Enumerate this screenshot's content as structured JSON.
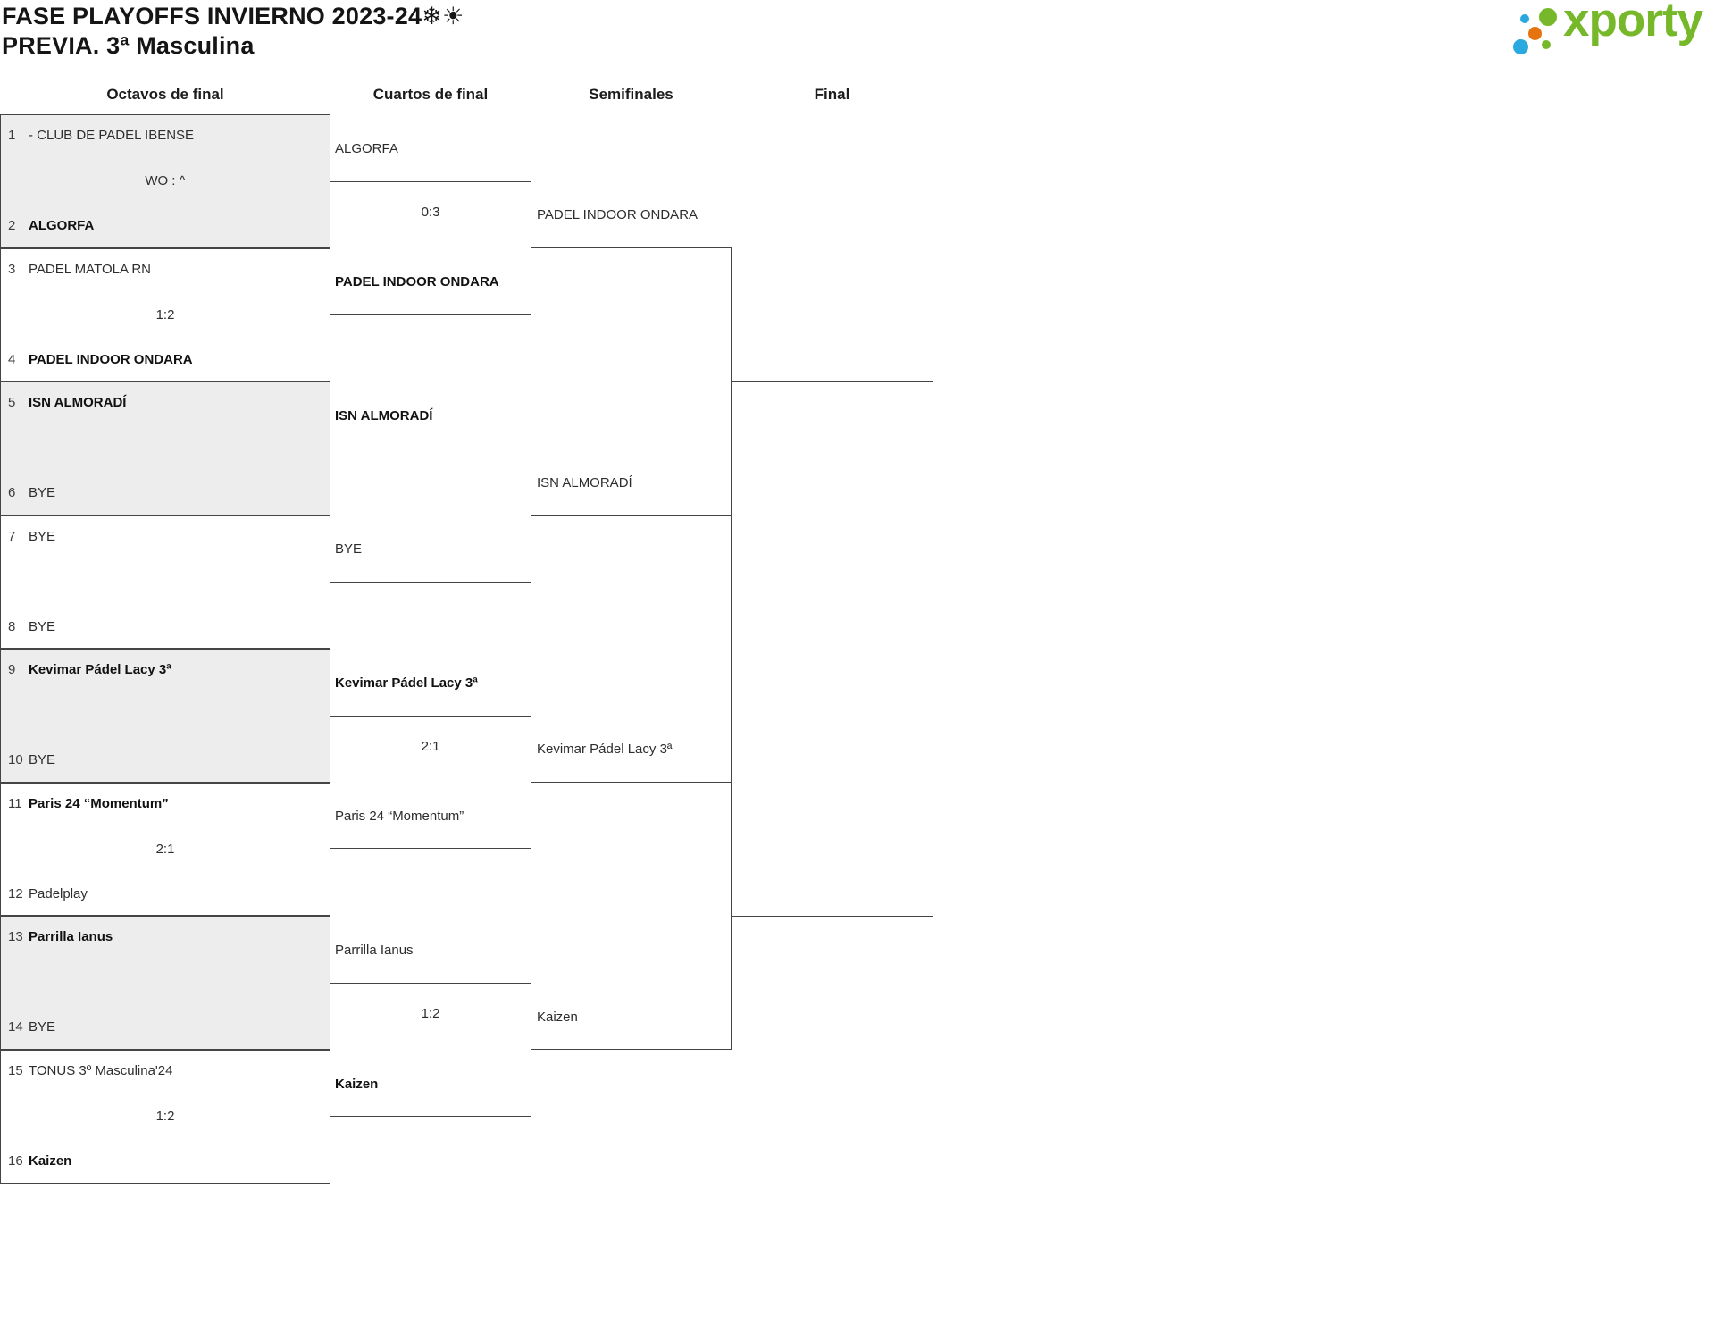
{
  "header": {
    "title": "FASE PLAYOFFS INVIERNO 2023-24❄☀",
    "subtitle": "PREVIA. 3ª Masculina"
  },
  "logo": {
    "brand": "xporty",
    "colors": {
      "green": "#76b82a",
      "blue": "#29a9e0",
      "orange": "#e5740e"
    }
  },
  "round_headers": {
    "r16": "Octavos de final",
    "qf": "Cuartos de final",
    "sf": "Semifinales",
    "final": "Final"
  },
  "octavos": [
    {
      "shaded": true,
      "score": "WO : ^",
      "teamA": {
        "seed": "1",
        "name": "- CLUB DE PADEL IBENSE",
        "winner": false
      },
      "teamB": {
        "seed": "2",
        "name": "ALGORFA",
        "winner": true
      }
    },
    {
      "shaded": false,
      "score": "1:2",
      "teamA": {
        "seed": "3",
        "name": "PADEL MATOLA RN",
        "winner": false
      },
      "teamB": {
        "seed": "4",
        "name": "PADEL INDOOR ONDARA",
        "winner": true
      }
    },
    {
      "shaded": true,
      "score": "",
      "teamA": {
        "seed": "5",
        "name": "ISN ALMORADÍ",
        "winner": true
      },
      "teamB": {
        "seed": "6",
        "name": "BYE",
        "winner": false
      }
    },
    {
      "shaded": false,
      "score": "",
      "teamA": {
        "seed": "7",
        "name": "BYE",
        "winner": false
      },
      "teamB": {
        "seed": "8",
        "name": "BYE",
        "winner": false
      }
    },
    {
      "shaded": true,
      "score": "",
      "teamA": {
        "seed": "9",
        "name": "Kevimar Pádel Lacy 3ª",
        "winner": true
      },
      "teamB": {
        "seed": "10",
        "name": "BYE",
        "winner": false
      }
    },
    {
      "shaded": false,
      "score": "2:1",
      "teamA": {
        "seed": "11",
        "name": "Paris 24 “Momentum”",
        "winner": true
      },
      "teamB": {
        "seed": "12",
        "name": "Padelplay",
        "winner": false
      }
    },
    {
      "shaded": true,
      "score": "",
      "teamA": {
        "seed": "13",
        "name": "Parrilla Ianus",
        "winner": true
      },
      "teamB": {
        "seed": "14",
        "name": "BYE",
        "winner": false
      }
    },
    {
      "shaded": false,
      "score": "1:2",
      "teamA": {
        "seed": "15",
        "name": "TONUS 3º Masculina'24",
        "winner": false
      },
      "teamB": {
        "seed": "16",
        "name": "Kaizen",
        "winner": true
      }
    }
  ],
  "cuartos": [
    {
      "top": {
        "name": "ALGORFA",
        "winner": false
      },
      "score": "0:3",
      "bottom": {
        "name": "PADEL INDOOR ONDARA",
        "winner": true
      }
    },
    {
      "top": {
        "name": "ISN ALMORADÍ",
        "winner": true
      },
      "score": "",
      "bottom": {
        "name": "BYE",
        "winner": false
      }
    },
    {
      "top": {
        "name": "Kevimar Pádel Lacy 3ª",
        "winner": true
      },
      "score": "2:1",
      "bottom": {
        "name": "Paris 24 “Momentum”",
        "winner": false
      }
    },
    {
      "top": {
        "name": "Parrilla Ianus",
        "winner": false
      },
      "score": "1:2",
      "bottom": {
        "name": "Kaizen",
        "winner": true
      }
    }
  ],
  "semifinales": [
    {
      "top": {
        "name": "PADEL INDOOR ONDARA",
        "winner": false
      },
      "score": "",
      "bottom": {
        "name": "ISN ALMORADÍ",
        "winner": false
      }
    },
    {
      "top": {
        "name": "Kevimar Pádel Lacy 3ª",
        "winner": false
      },
      "score": "",
      "bottom": {
        "name": "Kaizen",
        "winner": false
      }
    }
  ],
  "final": {
    "top": {
      "name": ""
    },
    "score": "",
    "bottom": {
      "name": ""
    }
  }
}
